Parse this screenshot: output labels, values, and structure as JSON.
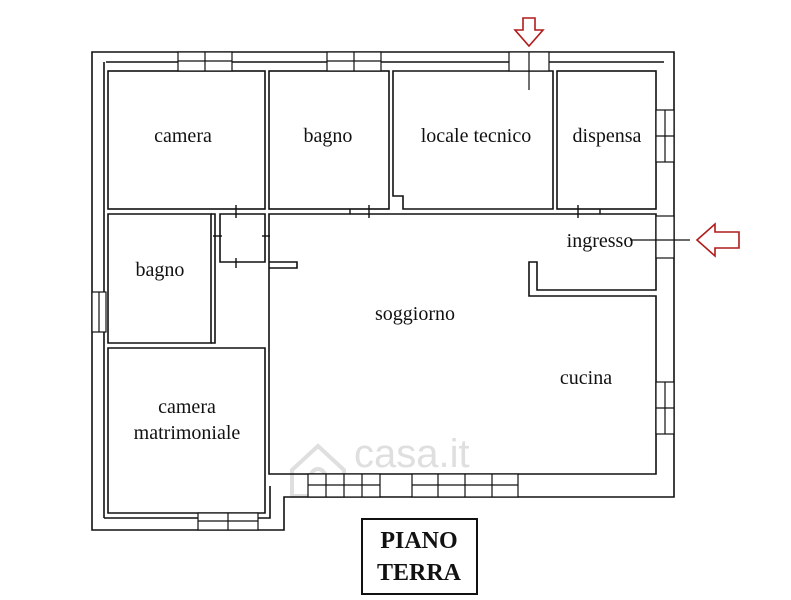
{
  "rooms": {
    "camera": "camera",
    "bagno_top": "bagno",
    "locale_tecnico": "locale tecnico",
    "dispensa": "dispensa",
    "ingresso": "ingresso",
    "bagno_left": "bagno",
    "soggiorno": "soggiorno",
    "cucina": "cucina",
    "camera_matrimoniale_line1": "camera",
    "camera_matrimoniale_line2": "matrimoniale"
  },
  "title": {
    "line1": "PIANO",
    "line2": "TERRA"
  },
  "watermark": "casa.it",
  "colors": {
    "wall": "#111111",
    "arrow": "#b01c1c",
    "watermark": "#dcdcdc"
  },
  "icons": {
    "entrance_top": "arrow-down-icon",
    "entrance_right": "arrow-left-icon",
    "watermark_logo": "house-icon"
  }
}
